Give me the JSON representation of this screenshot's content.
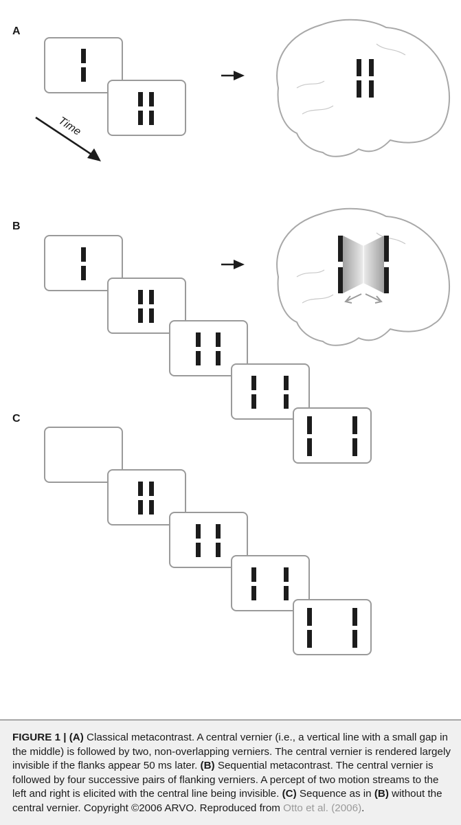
{
  "panels": [
    {
      "label": "A",
      "time_label": "Time"
    },
    {
      "label": "B"
    },
    {
      "label": "C"
    }
  ],
  "colors": {
    "frame_border": "#9a9a9a",
    "bar": "#1c1c1c",
    "brain_outline": "#a8a8a8",
    "caption_bg": "#f0f0f0",
    "caption_rule": "#8c8c8c",
    "citation_link": "#9a9a9a",
    "motion_arrows": "#9a9a9a"
  },
  "caption": {
    "figure_label": "FIGURE 1 | ",
    "ref_A": "(A)",
    "text_A": " Classical metacontrast. A central vernier (i.e., a vertical line with a small gap in the middle) is followed by two, non-overlapping verniers. The central vernier is rendered largely invisible if the flanks appear 50 ms later. ",
    "ref_B": "(B)",
    "text_B": " Sequential metacontrast. The central vernier is followed by four successive pairs of flanking verniers. A percept of two motion streams to the left and right is elicited with the central line being invisible. ",
    "ref_C": "(C)",
    "text_C1": " Sequence as in ",
    "ref_B2": "(B)",
    "text_C2": " without the central vernier. Copyright ©2006 ARVO. Reproduced from ",
    "citation": "Otto et al. (2006)",
    "end": "."
  }
}
